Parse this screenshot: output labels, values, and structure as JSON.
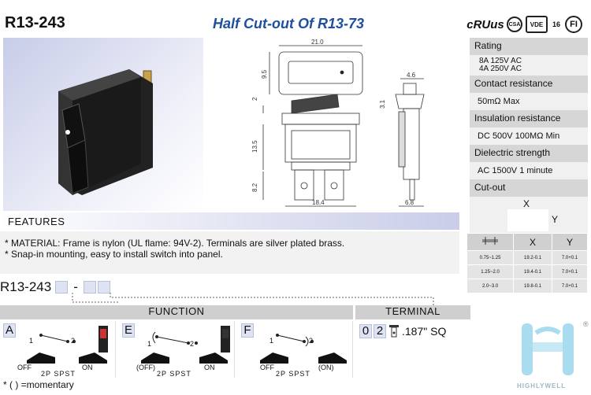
{
  "header": {
    "model": "R13-243",
    "subtitle": "Half Cut-out Of R13-73"
  },
  "certifications": [
    "cRUus",
    "CSA",
    "VDE",
    "16",
    "FI"
  ],
  "drawing": {
    "dim_width": "21.0",
    "dim_window_h": "9.5",
    "dim_2": "2",
    "dim_body_h": "13.5",
    "dim_term_h": "8.2",
    "dim_base_w": "18.4",
    "dim_side_top": "4.6",
    "dim_side_3": "3.1",
    "dim_side_base": "6.8"
  },
  "specs": [
    {
      "label": "Rating",
      "values": [
        "8A 125V AC",
        "4A 250V AC"
      ]
    },
    {
      "label": "Contact resistance",
      "values": [
        "50mΩ Max"
      ]
    },
    {
      "label": "Insulation resistance",
      "values": [
        "DC 500V 100MΩ Min"
      ]
    },
    {
      "label": "Dielectric strength",
      "values": [
        "AC 1500V 1 minute"
      ]
    },
    {
      "label": "Cut-out",
      "values": []
    }
  ],
  "cutout": {
    "x_label": "X",
    "y_label": "Y",
    "headers": [
      "",
      "X",
      "Y"
    ],
    "rows": [
      [
        "0.75~1.25",
        "19.2-0.1",
        "7.0+0.1"
      ],
      [
        "1.25~2.0",
        "19.4-0.1",
        "7.0+0.1"
      ],
      [
        "2.0~3.0",
        "19.8-0.1",
        "7.0+0.1"
      ]
    ]
  },
  "features": {
    "title": "FEATURES",
    "lines": [
      "* MATERIAL: Frame is nylon (UL flame: 94V-2). Terminals are silver plated brass.",
      "* Snap-in mounting, easy to install switch into panel."
    ]
  },
  "ordering": {
    "prefix": "R13-243",
    "dash": "-"
  },
  "function": {
    "title": "FUNCTION",
    "panels": [
      {
        "letter": "A",
        "left": "OFF",
        "right": "ON",
        "type": "2P SPST",
        "n1": "1",
        "n2": "2"
      },
      {
        "letter": "E",
        "left": "(OFF)",
        "right": "ON",
        "type": "2P SPST",
        "n1": "1",
        "n2": "2"
      },
      {
        "letter": "F",
        "left": "OFF",
        "right": "(ON)",
        "type": "2P SPST",
        "n1": "1",
        "n2": "2"
      }
    ]
  },
  "terminal": {
    "title": "TERMINAL",
    "code1": "0",
    "code2": "2",
    "desc": ".187\" SQ"
  },
  "momentary_note": "* ( ) =momentary",
  "logo": {
    "text": "HIGHLYWELL",
    "reg": "®"
  },
  "colors": {
    "accent": "#1f4fa0",
    "panel": "#d6d6d6",
    "box": "#dde3f3",
    "logo": "#8fd0e8"
  }
}
